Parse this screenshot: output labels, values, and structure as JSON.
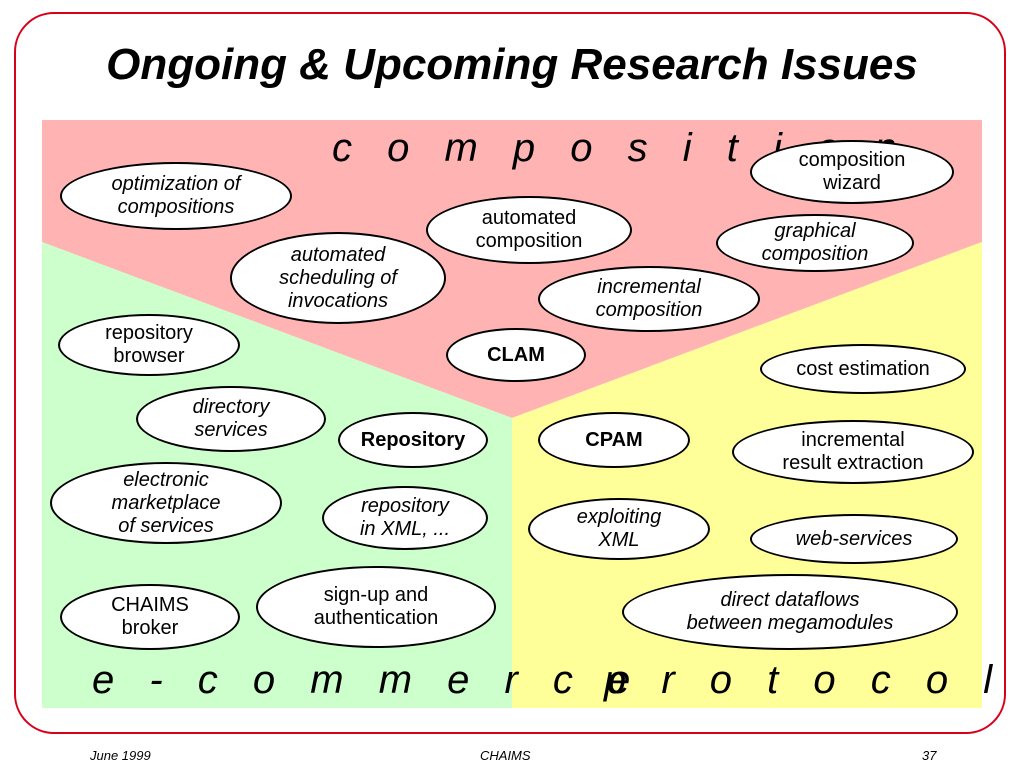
{
  "title": "Ongoing & Upcoming Research Issues",
  "regions": {
    "composition": "c o m p o s i t i o n",
    "ecommerce": "e - c o m m e r c e",
    "protocol": "p r o t o c o l"
  },
  "colors": {
    "composition_bg": "#ffb3b3",
    "ecommerce_bg": "#ccffcc",
    "protocol_bg": "#ffff99",
    "frame": "#d8001a"
  },
  "ovals": {
    "optimization": "optimization of\ncompositions",
    "composition_wizard": "composition\nwizard",
    "automated_composition": "automated\ncomposition",
    "graphical_composition": "graphical\ncomposition",
    "automated_scheduling": "automated\nscheduling of\ninvocations",
    "incremental_composition": "incremental\ncomposition",
    "repository_browser": "repository\nbrowser",
    "clam": "CLAM",
    "cost_estimation": "cost estimation",
    "directory_services": "directory\nservices",
    "repository": "Repository",
    "cpam": "CPAM",
    "incremental_result": "incremental\nresult extraction",
    "electronic_marketplace": "electronic\nmarketplace\nof services",
    "repository_xml": "repository\nin XML, ...",
    "exploiting_xml": "exploiting\nXML",
    "web_services": "web-services",
    "chaims_broker": "CHAIMS\nbroker",
    "signup": "sign-up and\nauthentication",
    "direct_dataflows": "direct dataflows\nbetween megamodules"
  },
  "footer": {
    "date": "June 1999",
    "center": "CHAIMS",
    "page": "37"
  }
}
